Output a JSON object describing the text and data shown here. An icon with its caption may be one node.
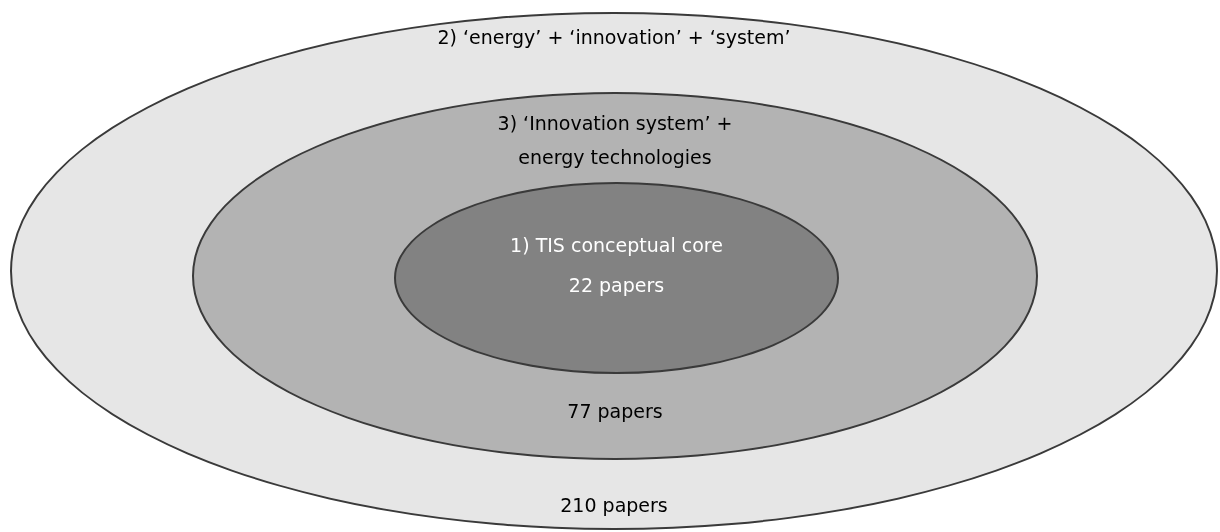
{
  "diagram": {
    "nodes": [
      {
        "text": [
          "2) ‘energy’ + ‘innovation’ + ‘system’",
          "210 papers"
        ]
      },
      {
        "text": [
          "3) ‘Innovation system’ + energy technologies",
          "77 papers"
        ],
        "in": 0
      },
      {
        "text": [
          "1) TIS conceptual core",
          "22 papers"
        ],
        "in": 1
      }
    ]
  }
}
